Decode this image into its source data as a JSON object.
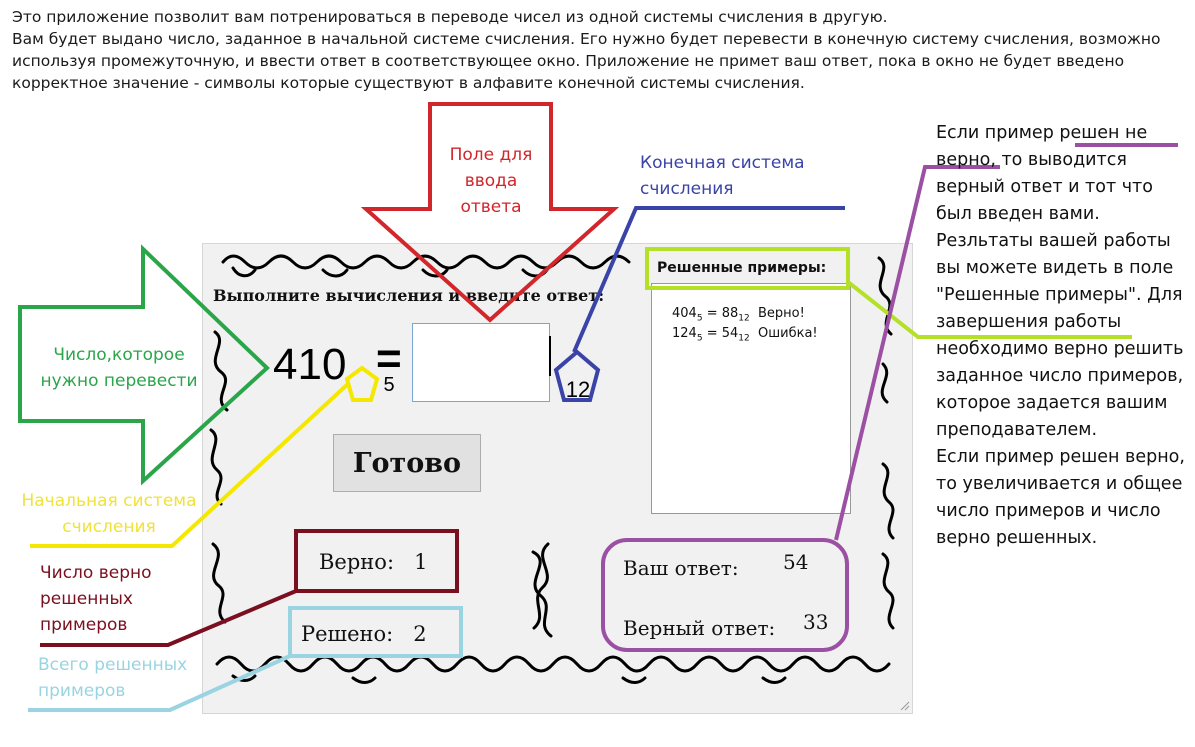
{
  "intro": {
    "line1": "Это приложение позволит вам потренироваться в переводе чисел из одной системы счисления в другую.",
    "line2": "Вам будет выдано число, заданное в начальной системе счисления. Его нужно будет перевести в конечную систему счисления, возможно используя промежуточную, и ввести ответ в соответствующее окно. Приложение не примет ваш ответ, пока в окно не будет введено корректное значение - символы которые существуют в алфавите конечной системы счисления."
  },
  "app": {
    "prompt": "Выполните вычисления и введите ответ:",
    "number": "410",
    "equals": "=",
    "source_base": "5",
    "target_base": "12",
    "answer_value": "",
    "done_label": "Готово",
    "correct_label": "Верно:",
    "correct_count": "1",
    "solved_label": "Решено:",
    "solved_count": "2",
    "solved_panel_title": "Решенные примеры:",
    "solved_rows": [
      {
        "lhs": "404",
        "lhs_base": "5",
        "eq": "=",
        "rhs": "88",
        "rhs_base": "12",
        "verdict": "Верно!"
      },
      {
        "lhs": "124",
        "lhs_base": "5",
        "eq": "=",
        "rhs": "54",
        "rhs_base": "12",
        "verdict": "Ошибка!"
      }
    ],
    "your_answer_label": "Ваш ответ:",
    "your_answer_value": "54",
    "correct_answer_label": "Верный ответ:",
    "correct_answer_value": "33"
  },
  "annotations": {
    "input_field": "Поле для ввода ответа",
    "target_system": "Конечная система счисления",
    "number_to_convert": "Число,которое нужно перевести",
    "source_system": "Начальная система счисления",
    "correct_count_note": "Число верно решенных примеров",
    "total_solved_note": "Всего решенных примеров",
    "side_note_1": "Если пример решен не верно, то выводится верный ответ и тот что был введен вами. Резльтаты вашей работы вы можете видеть в поле \"Решенные примеры\". Для завершения работы необходимо верно решить заданное число примеров, которое задается вашим преподавателем.",
    "side_note_2": "Если пример решен верно, то увеличивается и общее число примеров и число верно решенных."
  },
  "colors": {
    "red": "#d1262b",
    "blue": "#3a43a8",
    "green": "#2aa54a",
    "yellow": "#f5e800",
    "maroon": "#7a0f1f",
    "lightblue": "#9ad4e2",
    "lime": "#b5e028",
    "purple": "#9b50a3"
  },
  "icons": {
    "ornament": "flourish-ornament"
  }
}
